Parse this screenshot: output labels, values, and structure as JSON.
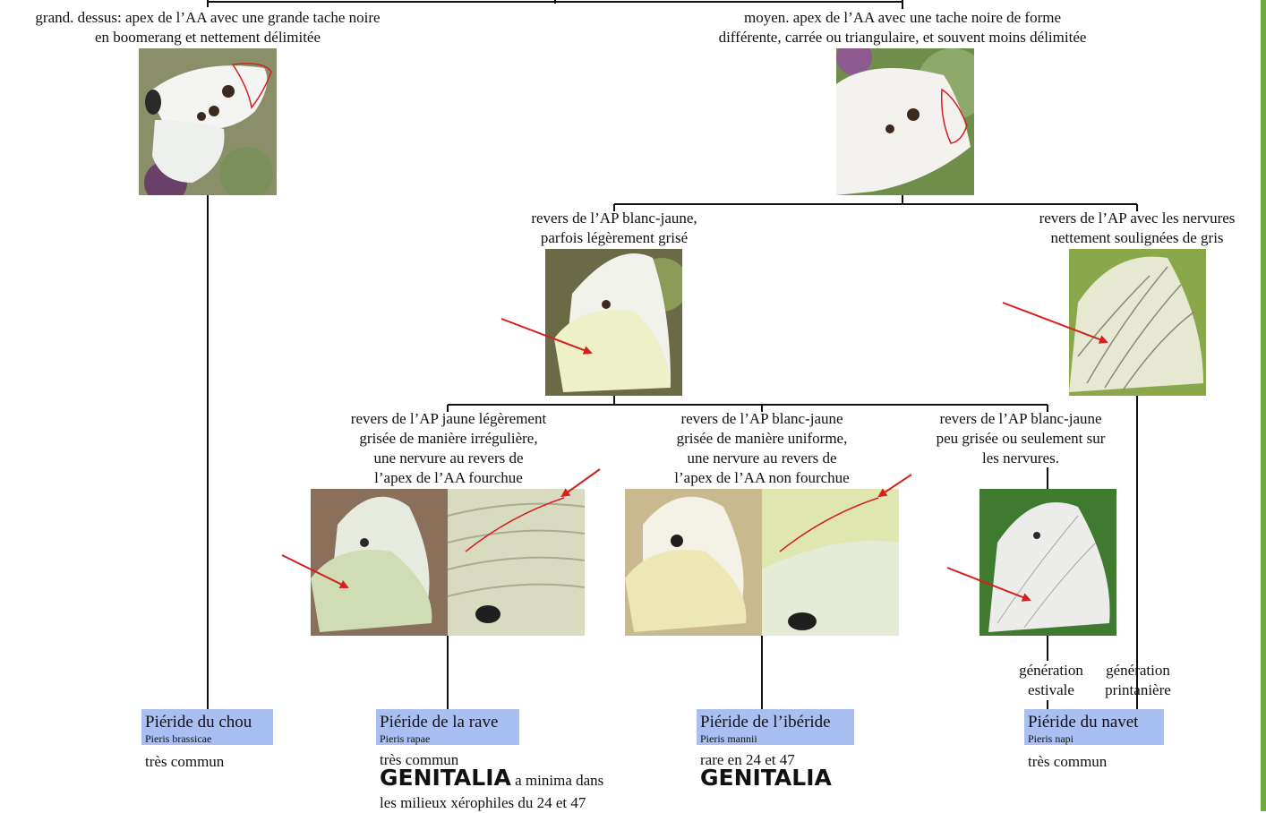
{
  "branches": {
    "top_left": [
      "grand. dessus: apex de l’AA avec une grande tache noire",
      "en boomerang et nettement délimitée"
    ],
    "top_right": [
      "moyen. apex de l’AA avec une tache noire de forme",
      "différente, carrée ou triangulaire, et souvent moins délimitée"
    ],
    "mid_left": [
      "revers de l’AP blanc-jaune,",
      "parfois légèrement grisé"
    ],
    "mid_right": [
      "revers de l’AP avec les nervures",
      "nettement soulignées de gris"
    ],
    "low_1": [
      "revers de l’AP jaune légèrement",
      "grisée de manière irrégulière,",
      "une nervure au revers de",
      "l’apex de l’AA fourchue"
    ],
    "low_2": [
      "revers de l’AP blanc-jaune",
      "grisée de manière uniforme,",
      "une nervure au revers de",
      "l’apex de l’AA non fourchue"
    ],
    "low_3": [
      "revers de l’AP blanc-jaune",
      "peu grisée ou seulement sur",
      "les nervures."
    ],
    "gen_summer": [
      "génération",
      "estivale"
    ],
    "gen_spring": [
      "génération",
      "printanière"
    ]
  },
  "species": [
    {
      "common": "Piéride du chou",
      "latin": "Pieris brassicae",
      "status": "très commun"
    },
    {
      "common": "Piéride de la rave",
      "latin": "Pieris rapae",
      "status": "très commun",
      "genitalia": "GENITALIA",
      "genitalia_note": "a minima dans",
      "note2": "les milieux xérophiles du 24 et 47"
    },
    {
      "common": "Piéride de l’ibéride",
      "latin": "Pieris mannii",
      "status": "rare en 24 et 47",
      "genitalia": "GENITALIA"
    },
    {
      "common": "Piéride du navet",
      "latin": "Pieris napi",
      "status": "très commun"
    }
  ],
  "colors": {
    "label_bg": "#a9bff2",
    "arrow": "#d42020",
    "edge": "#6dad3f"
  },
  "icons": {
    "arrow": "red-arrow-icon",
    "photo": "butterfly-photo"
  }
}
